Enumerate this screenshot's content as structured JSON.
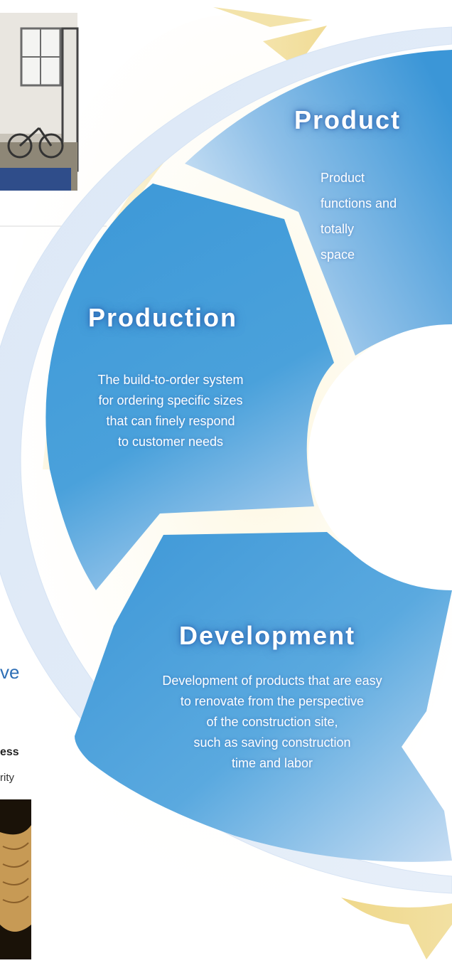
{
  "cycle": {
    "segments": [
      {
        "title": "Product",
        "description": [
          "Product",
          "functions and",
          "totally",
          "space"
        ]
      },
      {
        "title": "Production",
        "description": [
          "The build-to-order system",
          "for ordering specific sizes",
          "that can finely respond",
          "to customer needs"
        ]
      },
      {
        "title": "Development",
        "description": [
          "Development of products that are easy",
          "to renovate from the perspective",
          "of the construction site,",
          "such as saving construction",
          "time and labor"
        ]
      }
    ]
  },
  "side_column": {
    "heading_fragment": "ve",
    "bold_fragment": "ess",
    "small_fragment": "rity"
  },
  "colors": {
    "segment_blue": "#3f9ad8",
    "ring_light": "#dfe9f7",
    "arrow_gold": "#f1dc8e",
    "heading_blue": "#2e6fb6"
  }
}
